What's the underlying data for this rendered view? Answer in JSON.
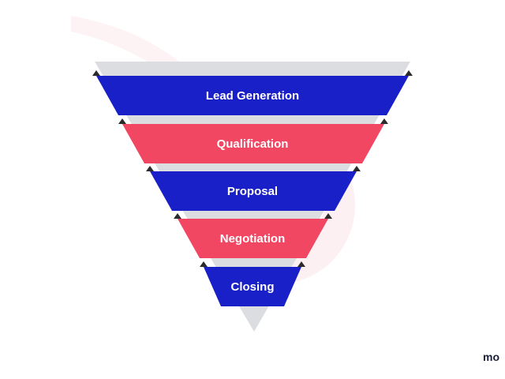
{
  "funnel": {
    "stages": [
      {
        "label": "Lead Generation",
        "color": "#1a20c8"
      },
      {
        "label": "Qualification",
        "color": "#f24763"
      },
      {
        "label": "Proposal",
        "color": "#1a20c8"
      },
      {
        "label": "Negotiation",
        "color": "#f24763"
      },
      {
        "label": "Closing",
        "color": "#1a20c8"
      }
    ],
    "backdrop_color": "#dcdde0",
    "marker_color": "#2b2b2b",
    "background_logo_color": "#fbe9ec"
  },
  "watermark": {
    "text": "mo"
  }
}
